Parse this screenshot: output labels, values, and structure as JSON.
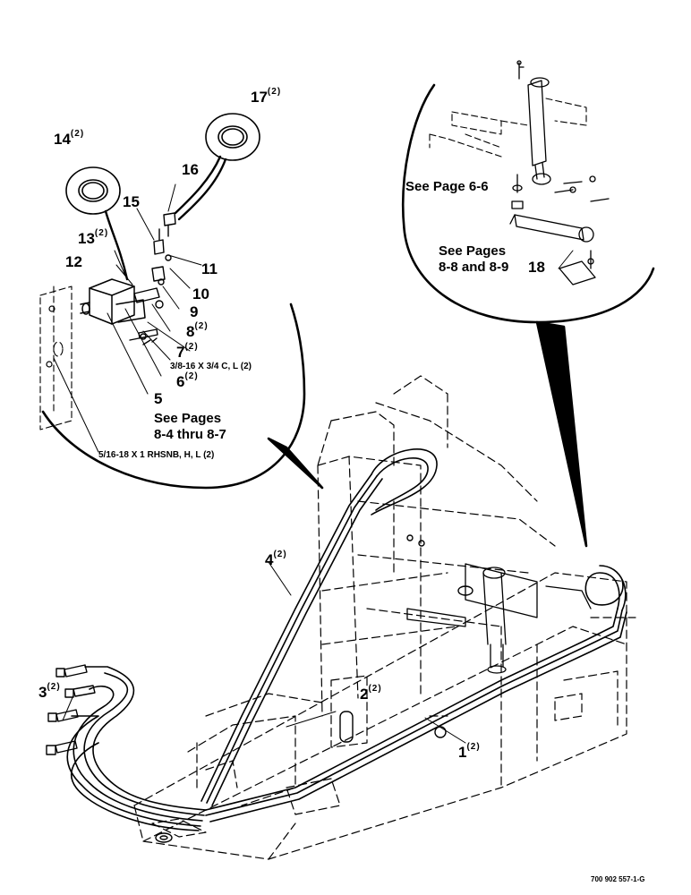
{
  "labels": {
    "p1": {
      "num": "1",
      "qty": "(2)"
    },
    "p2": {
      "num": "2",
      "qty": "(2)"
    },
    "p3": {
      "num": "3",
      "qty": "(2)"
    },
    "p4": {
      "num": "4",
      "qty": "(2)"
    },
    "p5": {
      "num": "5"
    },
    "p6": {
      "num": "6",
      "qty": "(2)"
    },
    "p7": {
      "num": "7",
      "qty": "(2)"
    },
    "p8": {
      "num": "8",
      "qty": "(2)"
    },
    "p9": {
      "num": "9"
    },
    "p10": {
      "num": "10"
    },
    "p11": {
      "num": "11"
    },
    "p12": {
      "num": "12"
    },
    "p13": {
      "num": "13",
      "qty": "(2)"
    },
    "p14": {
      "num": "14",
      "qty": "(2)"
    },
    "p15": {
      "num": "15"
    },
    "p16": {
      "num": "16"
    },
    "p17": {
      "num": "17",
      "qty": "(2)"
    },
    "p18": {
      "num": "18"
    }
  },
  "notes": {
    "see_pages_8_4_line1": "See Pages",
    "see_pages_8_4_line2": "8-4 thru 8-7",
    "see_page_6_6": "See Page 6-6",
    "see_pages_8_8_line1": "See Pages",
    "see_pages_8_8_line2": "8-8 and 8-9"
  },
  "specs": {
    "bolt_3_8": "3/8-16 X 3/4 C, L (2)",
    "bolt_5_16": "5/16-18 X 1 RHSNB, H, L (2)"
  },
  "figure_code": "700 902 557-1-G"
}
